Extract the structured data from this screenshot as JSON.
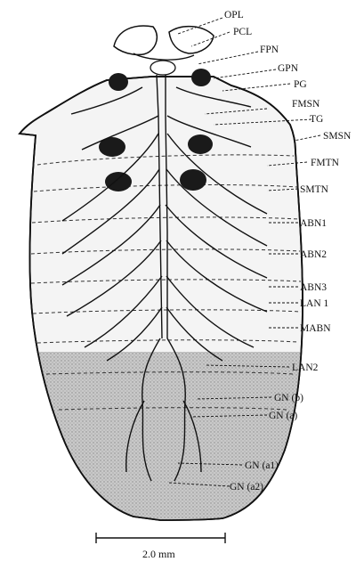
{
  "labels": {
    "opl": "OPL",
    "pcl": "PCL",
    "fpn": "FPN",
    "gpn": "GPN",
    "pg": "PG",
    "fmsn": "FMSN",
    "tg": "TG",
    "smsn": "SMSN",
    "fmtn": "FMTN",
    "smtn": "SMTN",
    "abn1": "ABN1",
    "abn2": "ABN2",
    "abn3": "ABN3",
    "lan1": "LAN 1",
    "mabn": "MABN",
    "lan2": "LAN2",
    "gnb": "GN (b)",
    "gna": "GN (a)",
    "gna1": "GN (a1)",
    "gna2": "GN (a2)"
  },
  "scale_bar": {
    "text": "2.0 mm"
  },
  "colors": {
    "ink": "#111111",
    "shade": "#b8b8b8",
    "background": "#ffffff"
  }
}
